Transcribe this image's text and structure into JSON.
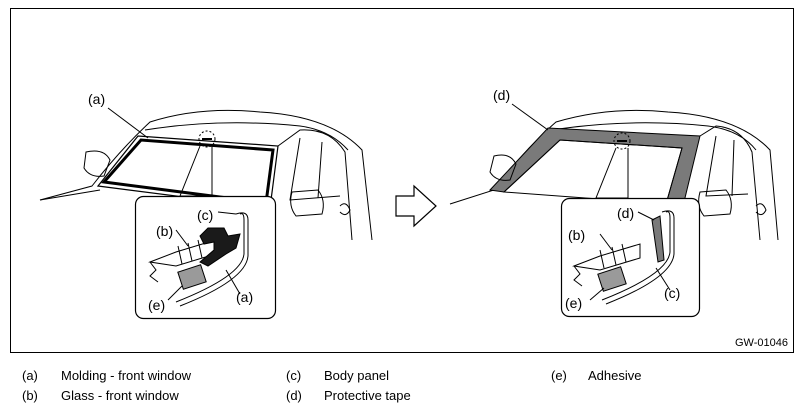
{
  "figure_code": "GW-01046",
  "callouts": {
    "a": "(a)",
    "b": "(b)",
    "c": "(c)",
    "d": "(d)",
    "e": "(e)"
  },
  "legend": [
    {
      "key": "(a)",
      "text": "Molding - front window"
    },
    {
      "key": "(b)",
      "text": "Glass - front window"
    },
    {
      "key": "(c)",
      "text": "Body panel"
    },
    {
      "key": "(d)",
      "text": "Protective tape"
    },
    {
      "key": "(e)",
      "text": "Adhesive"
    }
  ]
}
